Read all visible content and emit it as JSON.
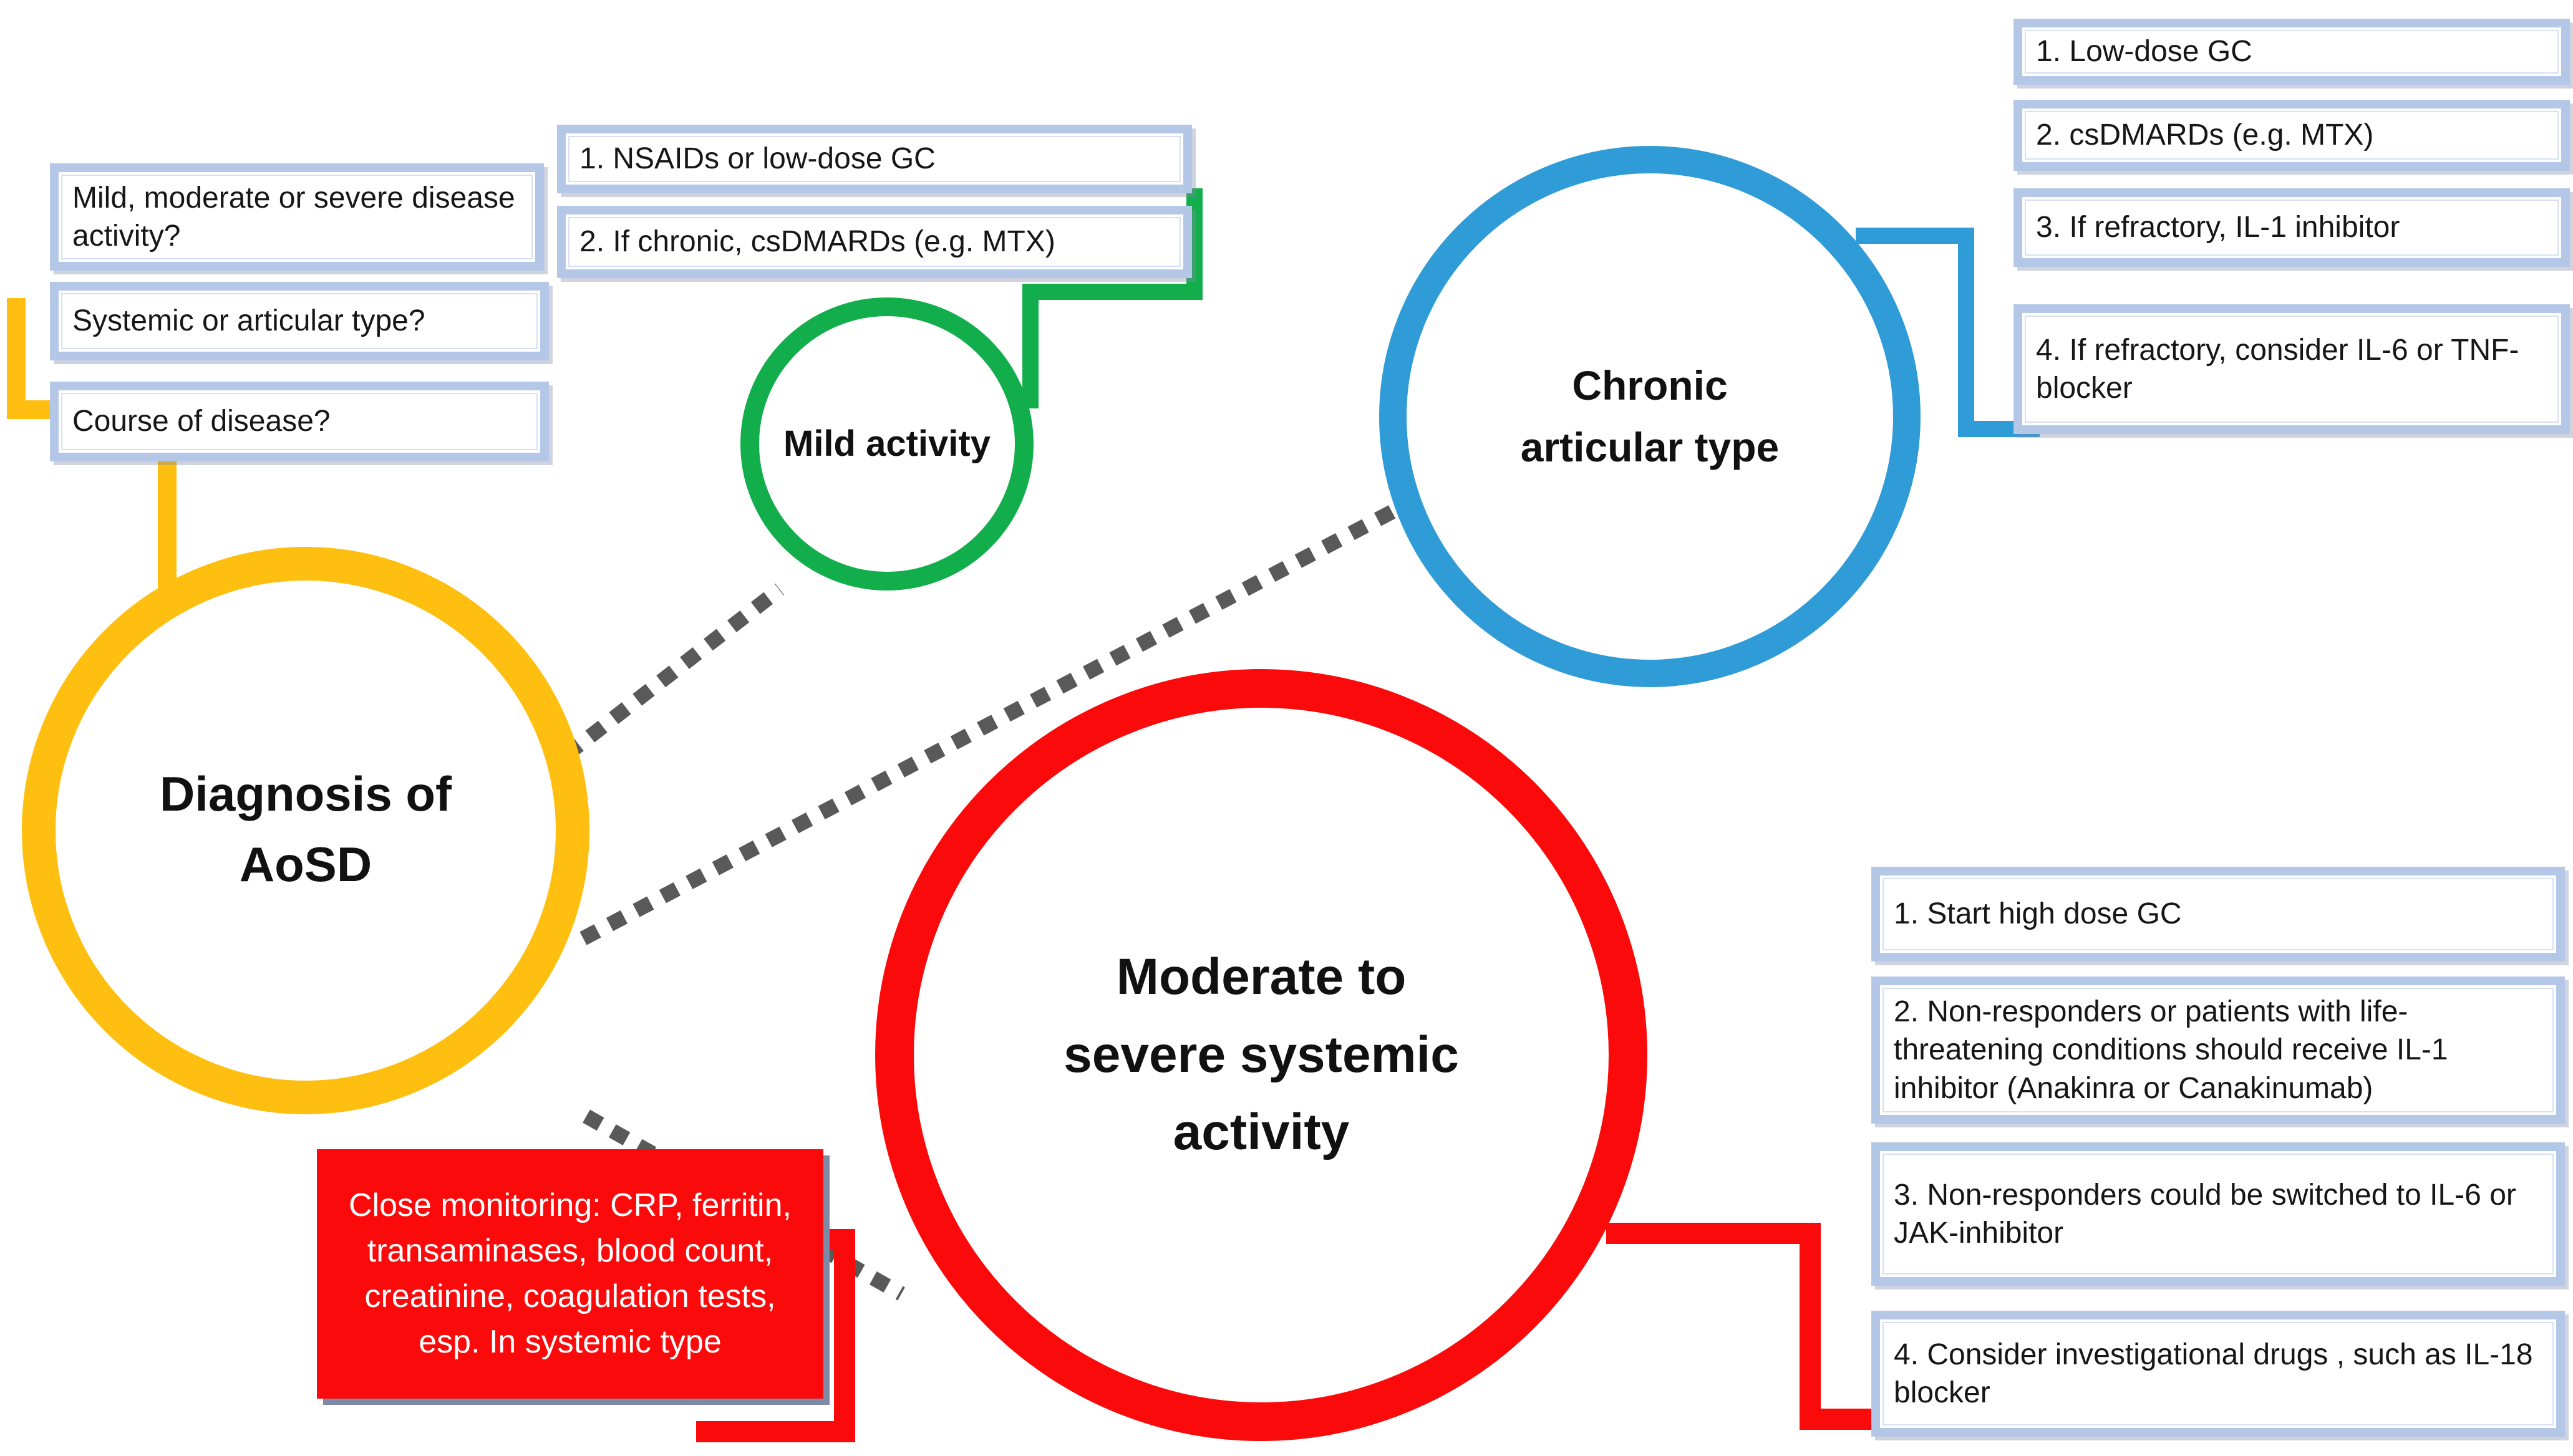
{
  "colors": {
    "yellow_accent": "#FEBF10",
    "green_accent": "#12AE4B",
    "blue_accent": "#2F9BD7",
    "red_accent": "#FA0A0A",
    "box_border": "#B4C7E7",
    "dash_gray": "#595959",
    "monitor_shadow": "#7C8AA6"
  },
  "diagnosis": {
    "label": "Diagnosis of AoSD",
    "questions": [
      "Mild, moderate or severe disease activity?",
      "Systemic or articular type?",
      "Course of disease?"
    ]
  },
  "mild": {
    "label": "Mild activity",
    "treatments": [
      "1. NSAIDs or low-dose GC",
      "2. If chronic, csDMARDs (e.g. MTX)"
    ]
  },
  "chronic": {
    "label": "Chronic articular type",
    "treatments": [
      "1. Low-dose GC",
      "2. csDMARDs (e.g. MTX)",
      "3. If refractory, IL-1 inhibitor",
      "4. If refractory, consider IL-6 or TNF-blocker"
    ]
  },
  "systemic": {
    "label": "Moderate to severe systemic activity",
    "treatments": [
      "1. Start high dose GC",
      "2. Non-responders or patients with life-threatening conditions should receive IL-1 inhibitor (Anakinra or Canakinumab)",
      "3. Non-responders could be switched to IL-6 or JAK-inhibitor",
      "4. Consider investigational drugs , such as IL-18 blocker"
    ],
    "monitoring": "Close monitoring: CRP, ferritin, transaminases, blood count, creatinine, coagulation tests, esp. In systemic type"
  }
}
